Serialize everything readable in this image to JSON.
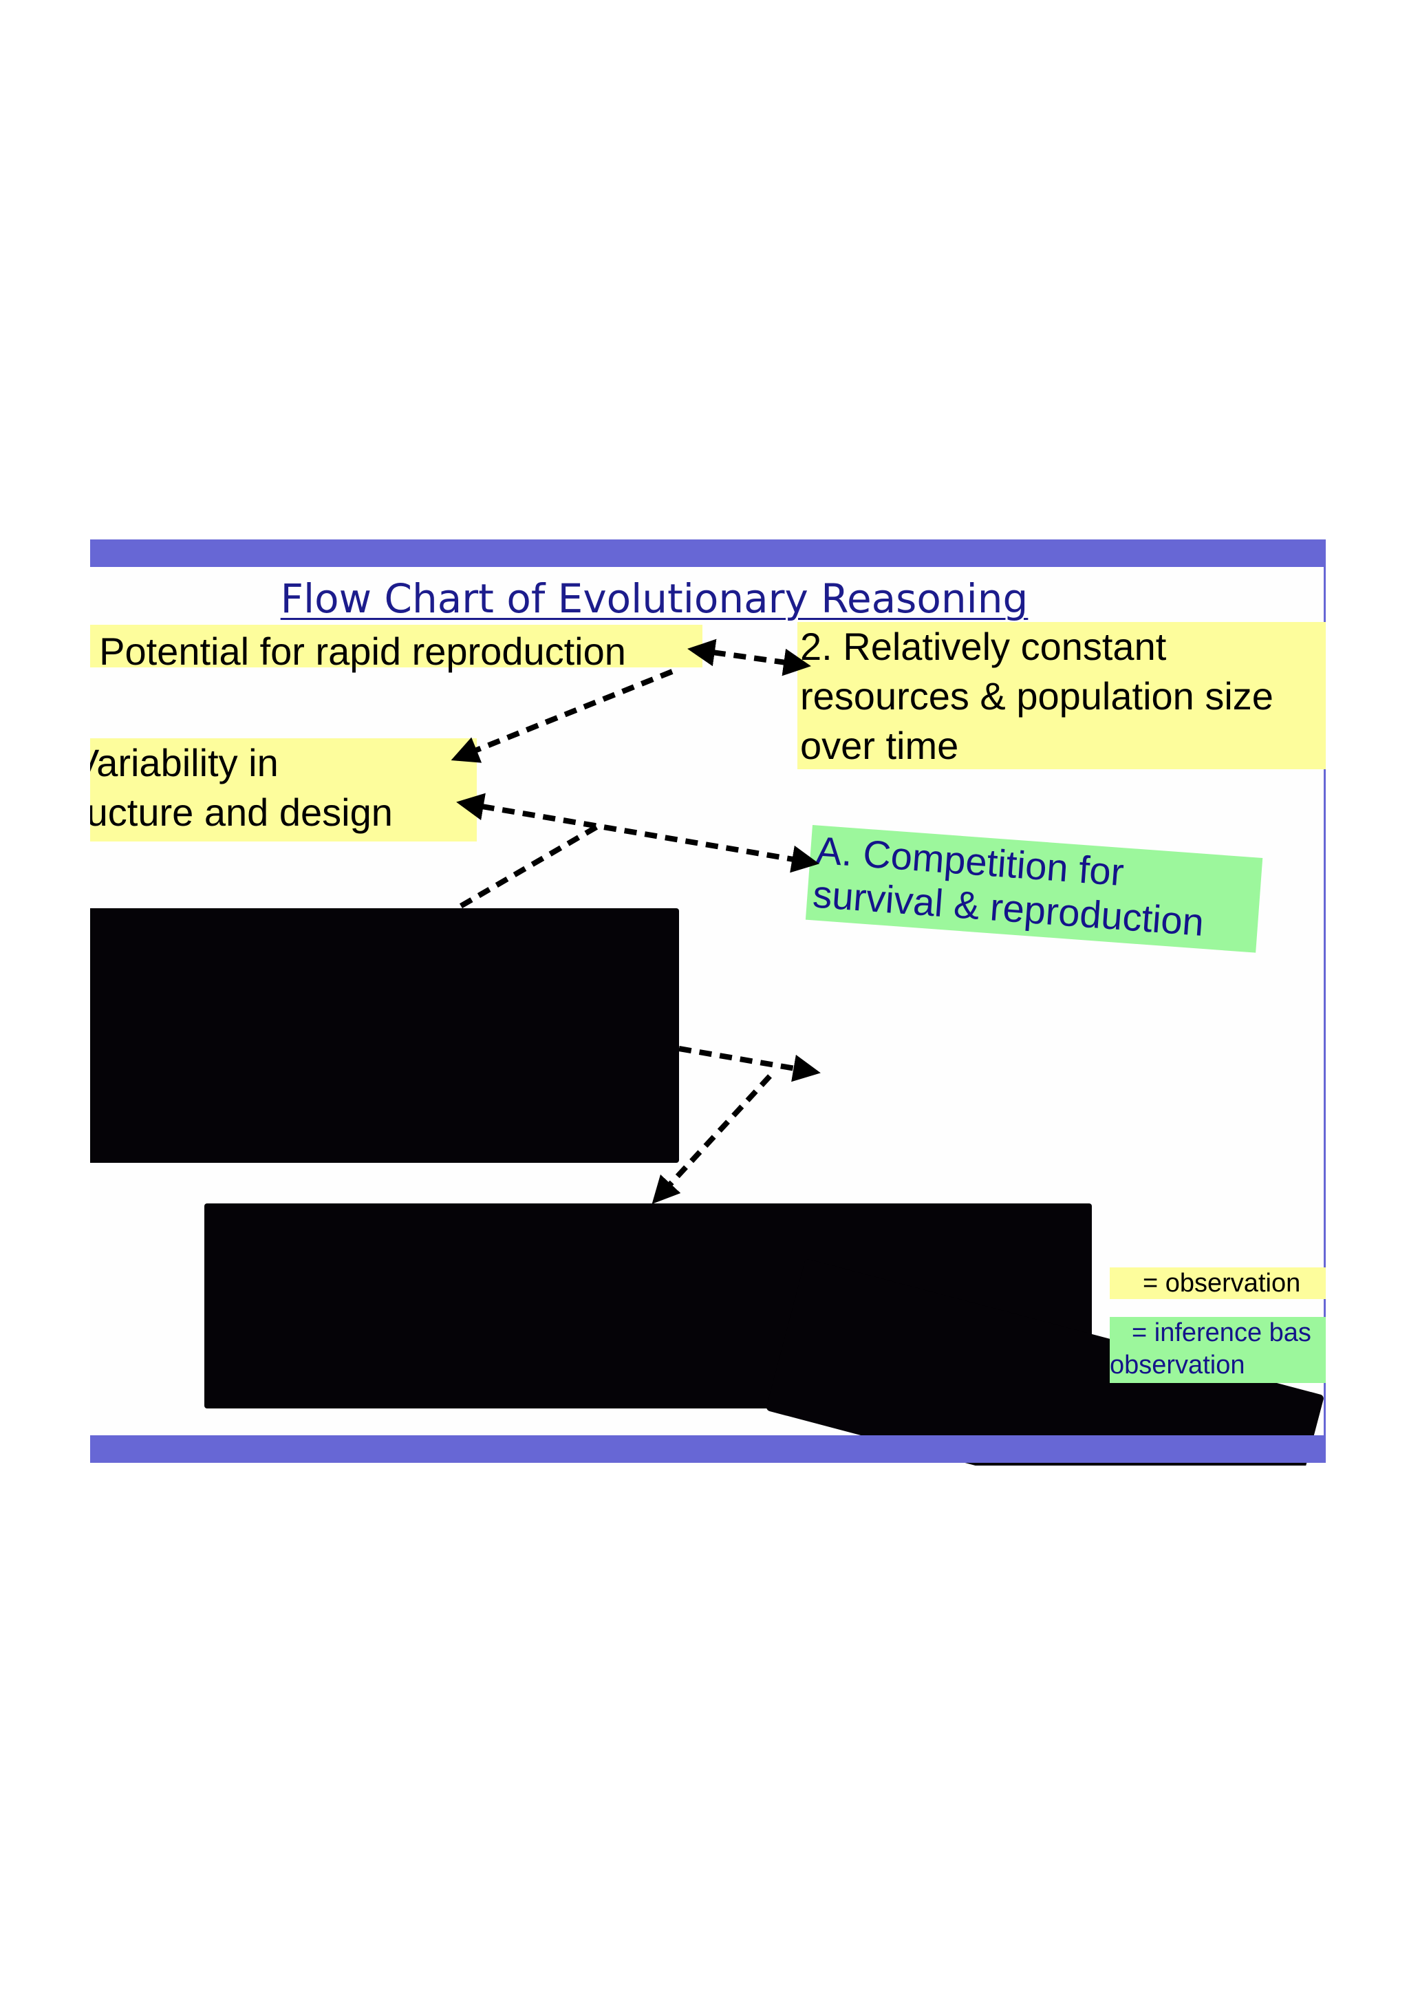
{
  "title": "Flow Chart of Evolutionary Reasoning",
  "colors": {
    "bar": "#6767d5",
    "title": "#1c1c8c",
    "observation": "#fdfd9c",
    "inference": "#9cf79c",
    "inference_text": "#14148a",
    "arrow": "#000000"
  },
  "observations": {
    "item1": ". Potential for rapid reproduction",
    "item2": {
      "line1": "2. Relatively constant",
      "line2": "resources & population size",
      "line3": "over time"
    },
    "item3": {
      "line1": " Variability in",
      "line2": "ructure and design"
    }
  },
  "inferences": {
    "itemA": {
      "line1": "A. Competition for",
      "line2": "survival & reproduction"
    }
  },
  "legend": {
    "observation_label": "= observation",
    "inference_line1": "= inference bas",
    "inference_line2": "observation"
  }
}
